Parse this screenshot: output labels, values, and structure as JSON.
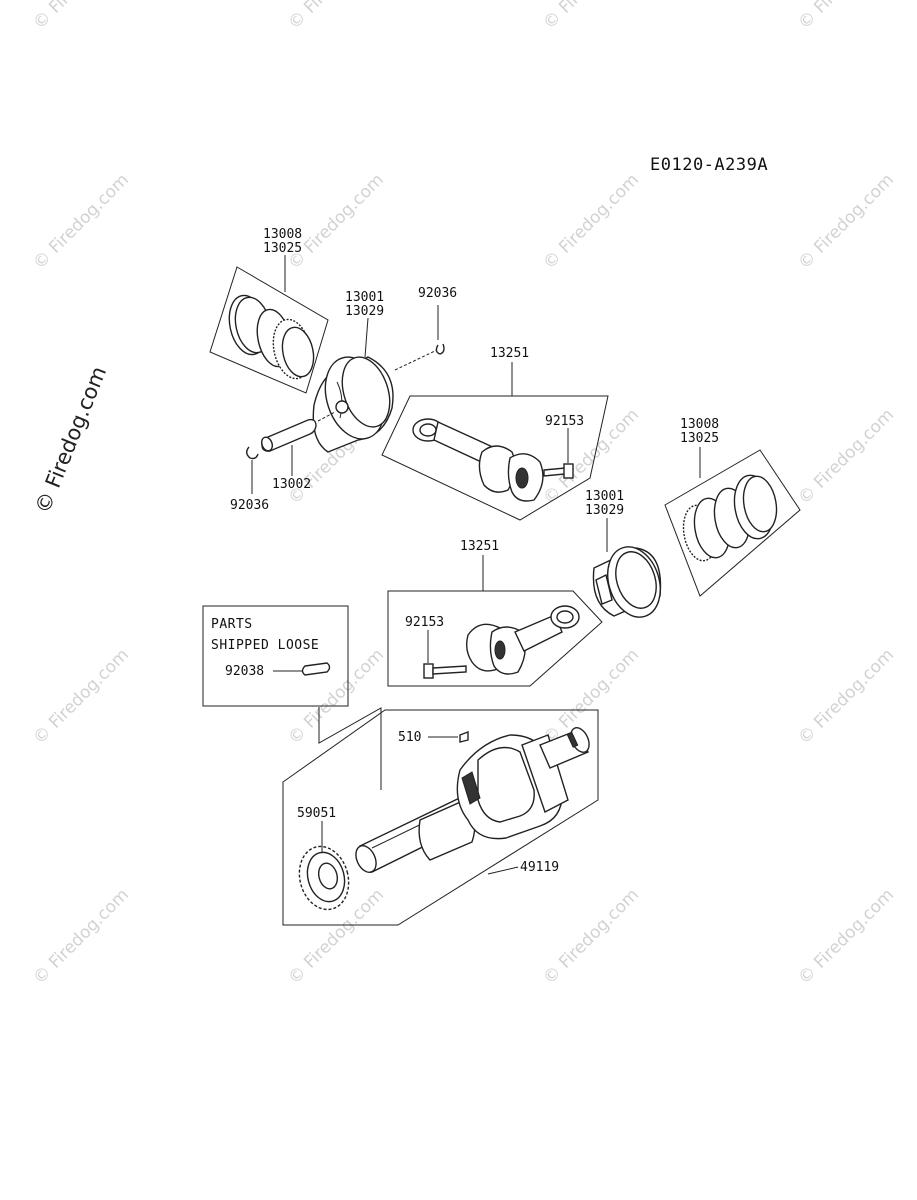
{
  "diagram_code": "E0120-A239A",
  "watermark": {
    "text": "© Firedog.com",
    "side_text": "© Firedog.com"
  },
  "callouts": {
    "ring_set_top": [
      "13008",
      "13025"
    ],
    "piston_top": [
      "13001",
      "13029"
    ],
    "circlip_top": "92036",
    "rod_top": "13251",
    "rod_bolt_top": "92153",
    "pin_top": "13002",
    "circlip_bottom": "92036",
    "ring_set_right": [
      "13008",
      "13025"
    ],
    "piston_right": [
      "13001",
      "13029"
    ],
    "rod_bottom": "13251",
    "rod_bolt_bottom": "92153",
    "key": "510",
    "gear": "59051",
    "crankshaft": "49119"
  },
  "loose_parts": {
    "title_line1": "PARTS",
    "title_line2": "SHIPPED LOOSE",
    "item": "92038"
  }
}
